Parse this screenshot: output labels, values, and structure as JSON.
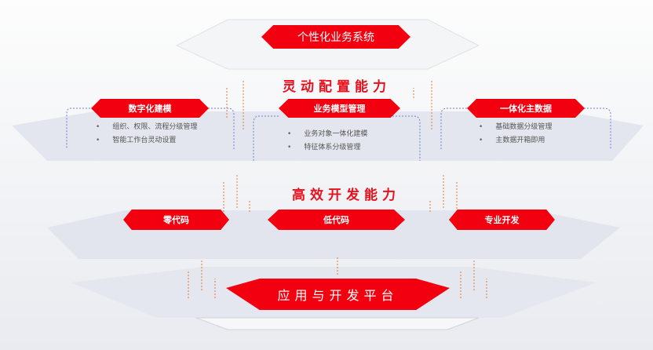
{
  "top": {
    "label": "个性化业务系统"
  },
  "layer2": {
    "title": "灵动配置能力",
    "modules": [
      {
        "label": "数字化建模",
        "items": [
          "组织、权限、流程分级管理",
          "智能工作台灵动设置"
        ]
      },
      {
        "label": "业务模型管理",
        "items": [
          "业务对象一体化建模",
          "特征体系分级管理"
        ]
      },
      {
        "label": "一体化主数据",
        "items": [
          "基础数据分级管理",
          "主数据开箱即用"
        ]
      }
    ]
  },
  "layer3": {
    "title": "高效开发能力",
    "modules": [
      {
        "label": "零代码"
      },
      {
        "label": "低代码"
      },
      {
        "label": "专业开发"
      }
    ]
  },
  "bottom": {
    "label": "应用与开发平台"
  },
  "colors": {
    "accent": "#f2000f",
    "plane": "#dfe3ec",
    "dash": "#6b7fd0",
    "arrow": "#e07a30"
  }
}
